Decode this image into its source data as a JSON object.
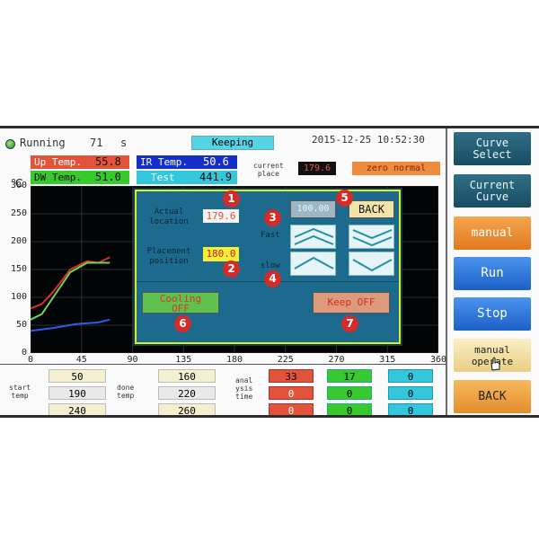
{
  "status": {
    "state": "Running",
    "count": "71",
    "unit": "s",
    "mode": "Keeping",
    "datetime": "2015-12-25 10:52:30"
  },
  "readings": {
    "up_label": "Up Temp.",
    "up_value": "55.8",
    "dw_label": "DW Temp.",
    "dw_value": "51.0",
    "ir_label": "IR Temp.",
    "ir_value": "50.6",
    "test_label": "Test",
    "test_value": "441.9",
    "current_place_label": "current\nplace",
    "current_place_value": "179.6",
    "zero_status": "zero normal"
  },
  "chart_data": {
    "type": "line",
    "ylabel": "℃",
    "x_ticks": [
      "0",
      "45",
      "90",
      "135",
      "180",
      "225",
      "270",
      "315",
      "360"
    ],
    "y_ticks": [
      "300",
      "250",
      "200",
      "150",
      "100",
      "50",
      "0"
    ],
    "xlim": [
      0,
      360
    ],
    "ylim": [
      0,
      300
    ],
    "grid": true,
    "series": [
      {
        "color": "#d8312a",
        "x": [
          0,
          10,
          20,
          35,
          50,
          60,
          70
        ],
        "y": [
          80,
          88,
          110,
          150,
          165,
          162,
          172
        ]
      },
      {
        "color": "#6fd65a",
        "x": [
          0,
          10,
          20,
          35,
          50,
          60,
          70
        ],
        "y": [
          60,
          70,
          100,
          145,
          162,
          162,
          162
        ]
      },
      {
        "color": "#2b5cf0",
        "x": [
          0,
          20,
          40,
          60,
          70
        ],
        "y": [
          40,
          45,
          52,
          55,
          60
        ]
      }
    ]
  },
  "dialog": {
    "actual_location_label": "Actual\nlocation",
    "actual_location_value": "179.6",
    "placement_label": "Placement\nposition",
    "placement_value": "180.0",
    "fast_label": "Fast",
    "slow_label": "slow",
    "zero_button": "100.00",
    "back_button": "BACK",
    "cooling_button": "Cooling\nOFF",
    "keep_button": "Keep OFF",
    "markers": [
      "1",
      "2",
      "3",
      "4",
      "5",
      "6",
      "7"
    ]
  },
  "bottom": {
    "start_label": "start\ntemp",
    "start_values": [
      "50",
      "190",
      "240"
    ],
    "done_label": "done\ntemp",
    "done_values": [
      "160",
      "220",
      "260"
    ],
    "analysis_label": "anal\nysis\ntime",
    "red_values": [
      "33",
      "0",
      "0"
    ],
    "green_values": [
      "17",
      "0",
      "0"
    ],
    "cyan_values": [
      "0",
      "0",
      "0"
    ]
  },
  "sidebar": {
    "curve_select": "Curve\nSelect",
    "current_curve": "Current\nCurve",
    "manual": "manual",
    "run": "Run",
    "stop": "Stop",
    "manual_operate": "manual\noperate",
    "back": "BACK"
  },
  "colors": {
    "accent_cyan": "#33c7de",
    "red": "#e2533a",
    "green": "#38c92f",
    "blue_btn": "#2a6fd0"
  }
}
